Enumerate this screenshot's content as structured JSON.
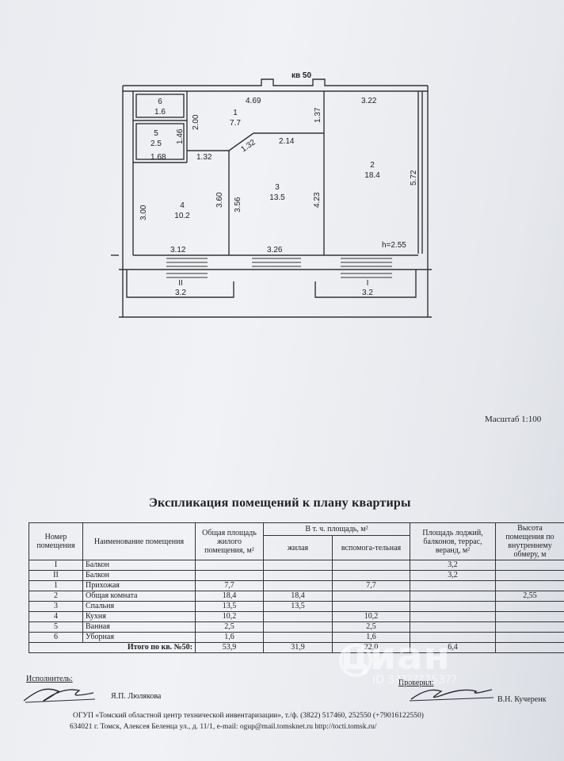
{
  "plan": {
    "apartment_label": "кв 50",
    "rooms": [
      {
        "num": "6",
        "area": "1.6"
      },
      {
        "num": "5",
        "area": "2.5"
      },
      {
        "num": "1",
        "area": "7.7"
      },
      {
        "num": "4",
        "area": "10.2"
      },
      {
        "num": "3",
        "area": "13.5"
      },
      {
        "num": "2",
        "area": "18.4"
      }
    ],
    "balconies": [
      {
        "num": "II",
        "area": "3.2"
      },
      {
        "num": "I",
        "area": "3.2"
      }
    ],
    "dims": {
      "d469": "4.69",
      "d137": "1.37",
      "d322": "3.22",
      "d200": "2.00",
      "d146": "1.46",
      "d168": "1.68",
      "d132a": "1.32",
      "d132b": "1.32",
      "d214": "2.14",
      "d572": "5.72",
      "d300": "3.00",
      "d360": "3.60",
      "d356": "3.56",
      "d423": "4.23",
      "d312": "3.12",
      "d326": "3.26",
      "height": "h=2.55"
    }
  },
  "scale_label": "Масштаб 1:100",
  "title": "Экспликация помещений к плану квартиры",
  "table": {
    "headers": {
      "num": "Номер помещения",
      "name": "Наименование помещения",
      "total": "Общая площадь жилого помещения, м²",
      "incl": "В т. ч. площадь, м²",
      "living": "жилая",
      "aux": "вспомога-тельная",
      "loggia": "Площадь лоджий, балконов, террас, веранд, м²",
      "height": "Высота помещения по внутреннему обмеру, м"
    },
    "rows": [
      {
        "num": "I",
        "name": "Балкон",
        "total": "",
        "living": "",
        "aux": "",
        "loggia": "3,2",
        "height": ""
      },
      {
        "num": "II",
        "name": "Балкон",
        "total": "",
        "living": "",
        "aux": "",
        "loggia": "3,2",
        "height": ""
      },
      {
        "num": "1",
        "name": "Прихожая",
        "total": "7,7",
        "living": "",
        "aux": "7,7",
        "loggia": "",
        "height": ""
      },
      {
        "num": "2",
        "name": "Общая комната",
        "total": "18,4",
        "living": "18,4",
        "aux": "",
        "loggia": "",
        "height": "2,55"
      },
      {
        "num": "3",
        "name": "Спальня",
        "total": "13,5",
        "living": "13,5",
        "aux": "",
        "loggia": "",
        "height": ""
      },
      {
        "num": "4",
        "name": "Кухня",
        "total": "10,2",
        "living": "",
        "aux": "10,2",
        "loggia": "",
        "height": ""
      },
      {
        "num": "5",
        "name": "Ванная",
        "total": "2,5",
        "living": "",
        "aux": "2,5",
        "loggia": "",
        "height": ""
      },
      {
        "num": "6",
        "name": "Уборная",
        "total": "1,6",
        "living": "",
        "aux": "1,6",
        "loggia": "",
        "height": ""
      }
    ],
    "total": {
      "label": "Итого по кв. №50:",
      "total": "53,9",
      "living": "31,9",
      "aux": "22,0",
      "loggia": "6,4"
    }
  },
  "footer": {
    "executor_label": "Исполнитель:",
    "executor_name": "Я.П. Люлякова",
    "checked_label": "Проверил:",
    "checker_name": "В.Н. Кучеренк",
    "org_line": "ОГУП «Томский областной центр технической инвентаризации», т./ф. (3822) 517460, 252550 (+79016122550)",
    "address_line": "634021 г. Томск, Алексея Беленца ул., д. 11/1, e-mail: ogup@mail.tomsknet.ru http://tocti.tomsk.ru/"
  },
  "watermark": {
    "brand": "циан",
    "id": "ID 3?????753??"
  }
}
